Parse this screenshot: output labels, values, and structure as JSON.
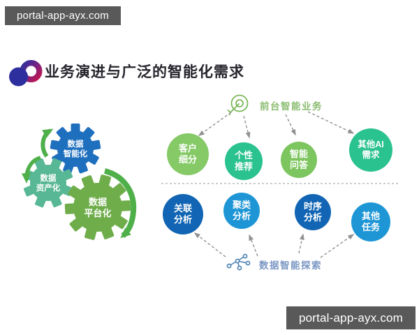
{
  "watermarks": {
    "top_left": "portal-app-ayx.com",
    "bottom_right": "portal-app-ayx.com"
  },
  "header": {
    "title": "业务演进与广泛的智能化需求",
    "logo_colors": {
      "blue": "#2b2f9e",
      "red": "#c2174d"
    }
  },
  "gear_diagram": {
    "arrow_color": "#4fb04a",
    "gears": [
      {
        "name": "data-intelligence",
        "line1": "数据",
        "line2": "智能化",
        "color": "#1e6fbe"
      },
      {
        "name": "data-assetization",
        "line1": "数据",
        "line2": "资产化",
        "color": "#58b795"
      },
      {
        "name": "data-platform",
        "line1": "数据",
        "line2": "平台化",
        "color": "#6fad4b"
      }
    ]
  },
  "front_office": {
    "label": "前台智能业务",
    "label_color": "#8cbd72",
    "icon": "target-arrow-icon",
    "icon_color": "#7cb85c",
    "bubbles": [
      {
        "line1": "客户",
        "line2": "细分",
        "color": "#85ca67"
      },
      {
        "line1": "个性",
        "line2": "推荐",
        "color": "#2ac28f"
      },
      {
        "line1": "智能",
        "line2": "问答",
        "color": "#7dc55f"
      },
      {
        "line1": "其他AI",
        "line2": "需求",
        "color": "#2ac28f"
      }
    ]
  },
  "data_explore": {
    "label": "数据智能探索",
    "label_color": "#7b97c4",
    "icon": "network-nodes-icon",
    "icon_color": "#4a80b2",
    "bubbles": [
      {
        "line1": "关联",
        "line2": "分析",
        "color": "#1165b4"
      },
      {
        "line1": "聚类",
        "line2": "分析",
        "color": "#1e96d5"
      },
      {
        "line1": "时序",
        "line2": "分析",
        "color": "#1165b4"
      },
      {
        "line1": "其他",
        "line2": "任务",
        "color": "#1e96d5"
      }
    ]
  },
  "connector_color": "#919191",
  "divider_color": "#b9bdc0"
}
